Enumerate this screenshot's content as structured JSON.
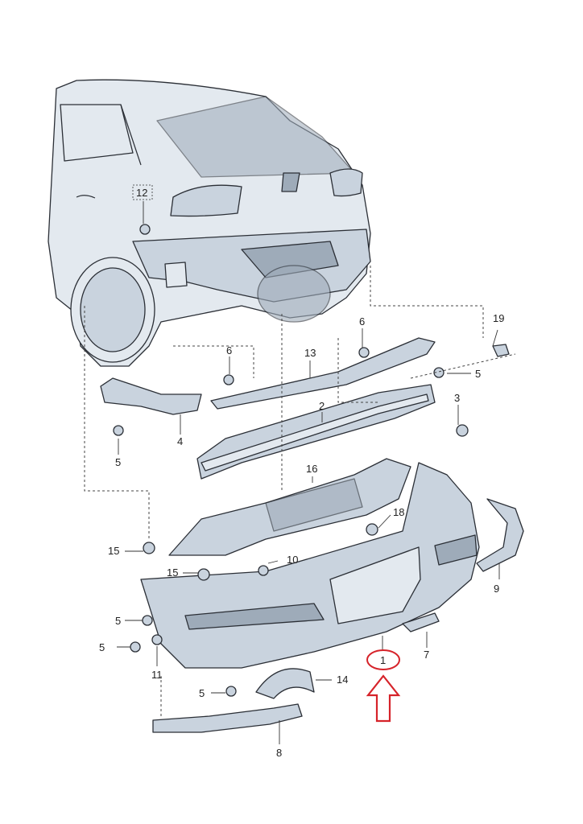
{
  "callouts": [
    {
      "id": "c12",
      "label": "12"
    },
    {
      "id": "c6a",
      "label": "6"
    },
    {
      "id": "c6b",
      "label": "6"
    },
    {
      "id": "c19",
      "label": "19"
    },
    {
      "id": "c13",
      "label": "13"
    },
    {
      "id": "c5a",
      "label": "5"
    },
    {
      "id": "c3",
      "label": "3"
    },
    {
      "id": "c2",
      "label": "2"
    },
    {
      "id": "c4",
      "label": "4"
    },
    {
      "id": "c5b",
      "label": "5"
    },
    {
      "id": "c16",
      "label": "16"
    },
    {
      "id": "c18",
      "label": "18"
    },
    {
      "id": "c15a",
      "label": "15"
    },
    {
      "id": "c10",
      "label": "10"
    },
    {
      "id": "c15b",
      "label": "15"
    },
    {
      "id": "c9",
      "label": "9"
    },
    {
      "id": "c5c",
      "label": "5"
    },
    {
      "id": "c5d",
      "label": "5"
    },
    {
      "id": "c11",
      "label": "11"
    },
    {
      "id": "c7",
      "label": "7"
    },
    {
      "id": "c1",
      "label": "1"
    },
    {
      "id": "c5e",
      "label": "5"
    },
    {
      "id": "c14",
      "label": "14"
    },
    {
      "id": "c8",
      "label": "8"
    }
  ],
  "highlight": {
    "color": "#d6232a",
    "part": "1"
  },
  "colors": {
    "part_fill": "#c9d3de",
    "part_dark": "#9eabb9",
    "outline": "#2b2f36"
  }
}
